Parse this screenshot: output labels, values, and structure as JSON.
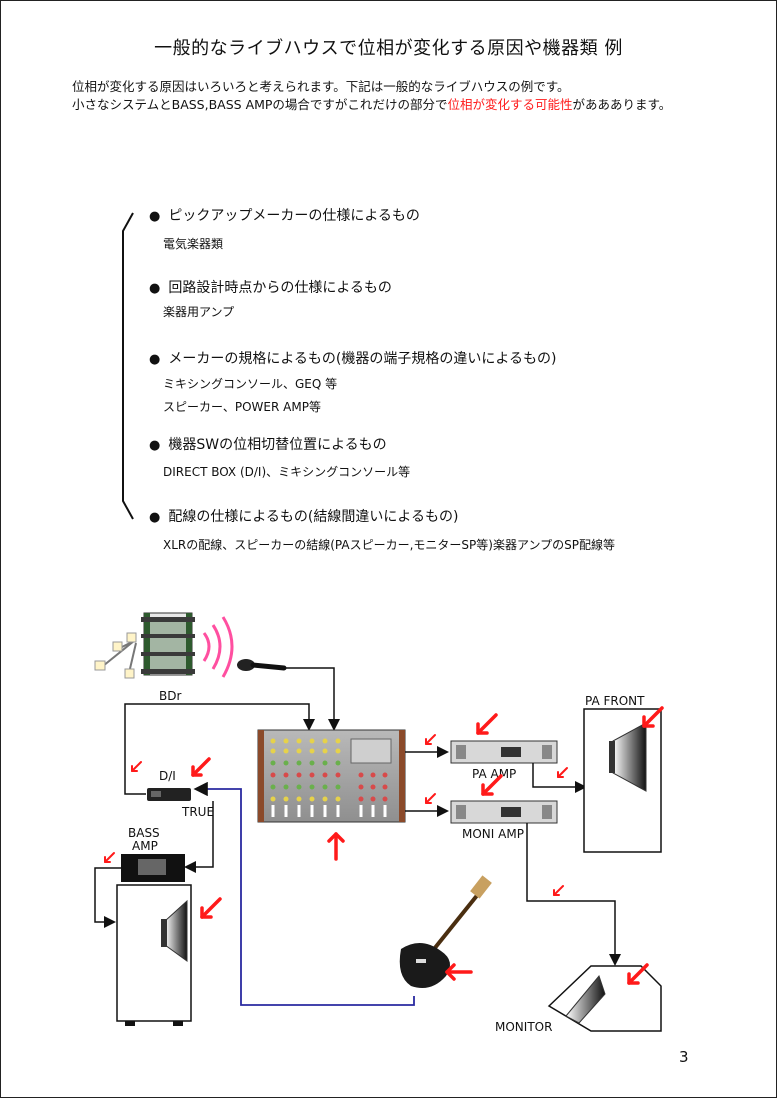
{
  "title": "一般的なライブハウスで位相が変化する原因や機器類 例",
  "intro": {
    "line1": "位相が変化する原因はいろいろと考えられます。下記は一般的なライブハウスの例です。",
    "line2_pre": "小さなシステムとBASS,BASS AMPの場合ですがこれだけの部分で",
    "line2_red": "位相が変化する可能性",
    "line2_post": "があああります。"
  },
  "items": [
    {
      "label": "ピックアップメーカーの仕様によるもの",
      "subs": [
        "電気楽器類"
      ]
    },
    {
      "label": "回路設計時点からの仕様によるもの",
      "subs": [
        "楽器用アンプ"
      ]
    },
    {
      "label": "メーカーの規格によるもの(機器の端子規格の違いによるもの)",
      "subs": [
        "ミキシングコンソール、GEQ 等",
        "スピーカー、POWER AMP等"
      ]
    },
    {
      "label": "機器SWの位相切替位置によるもの",
      "subs": [
        "DIRECT BOX (D/I)、ミキシングコンソール等"
      ]
    },
    {
      "label": "配線の仕様によるもの(結線間違いによるもの)",
      "subs": [
        "XLRの配線、スピーカーの結線(PAスピーカー,モニターSP等)楽器アンプのSP配線等"
      ]
    }
  ],
  "diagram": {
    "bdr": "BDr",
    "di": "D/I",
    "true": "TRUE",
    "bass_amp_1": "BASS",
    "bass_amp_2": "AMP",
    "pa_amp": "PA AMP",
    "moni_amp": "MONI AMP",
    "pa_front": "PA FRONT",
    "monitor": "MONITOR"
  },
  "page_number": "3",
  "colors": {
    "accent_red": "#ff1a1a",
    "cable_blue": "#2a2aa0"
  }
}
